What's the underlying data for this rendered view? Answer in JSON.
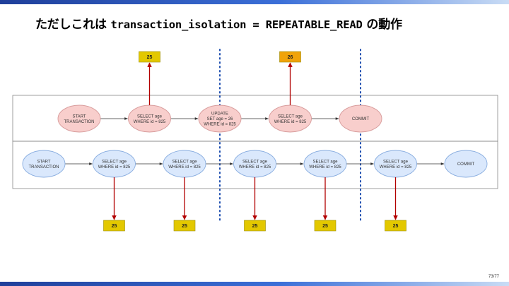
{
  "title": {
    "prefix": "ただしこれは ",
    "code": "transaction_isolation = REPEATABLE_READ",
    "suffix": " の動作"
  },
  "page_number": "73/77",
  "colors": {
    "tx_a_fill": "#f8cecc",
    "tx_a_stroke": "#d79b9b",
    "tx_b_fill": "#dae8fc",
    "tx_b_stroke": "#8aaee0",
    "result_fill": "#e3c800",
    "result_fill_alt": "#f0a30a",
    "arrow_red": "#b20000",
    "divider_blue": "#1f4fb0"
  },
  "transaction_a": {
    "nodes": [
      {
        "lines": [
          "START",
          "TRANSACTION"
        ]
      },
      {
        "lines": [
          "SELECT age",
          "WHERE id = 825"
        ]
      },
      {
        "lines": [
          "UPDATE",
          "SET age = 26",
          "WHERE id = 825"
        ]
      },
      {
        "lines": [
          "SELECT age",
          "WHERE id = 825"
        ]
      },
      {
        "lines": [
          "COMMIT"
        ]
      }
    ],
    "results": [
      {
        "node": 1,
        "value": "25",
        "alt": false
      },
      {
        "node": 3,
        "value": "26",
        "alt": true
      }
    ]
  },
  "transaction_b": {
    "nodes": [
      {
        "lines": [
          "START",
          "TRANSACTION"
        ]
      },
      {
        "lines": [
          "SELECT age",
          "WHERE id = 825"
        ]
      },
      {
        "lines": [
          "SELECT age",
          "WHERE id = 825"
        ]
      },
      {
        "lines": [
          "SELECT age",
          "WHERE id = 825"
        ]
      },
      {
        "lines": [
          "SELECT age",
          "WHERE id = 825"
        ]
      },
      {
        "lines": [
          "SELECT age",
          "WHERE id = 825"
        ]
      },
      {
        "lines": [
          "COMMIT"
        ]
      }
    ],
    "results": [
      {
        "node": 1,
        "value": "25"
      },
      {
        "node": 2,
        "value": "25"
      },
      {
        "node": 3,
        "value": "25"
      },
      {
        "node": 4,
        "value": "25"
      },
      {
        "node": 5,
        "value": "25"
      }
    ]
  }
}
